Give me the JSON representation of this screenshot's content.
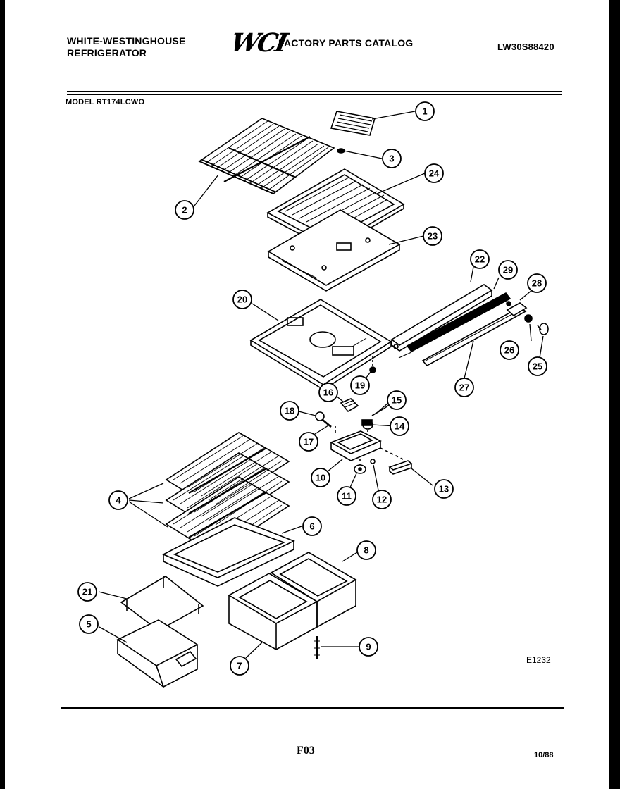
{
  "header": {
    "brand_line1": "WHITE-WESTINGHOUSE",
    "brand_line2": "REFRIGERATOR",
    "logo_text": "WCI",
    "catalog_title": "FACTORY PARTS CATALOG",
    "document_number": "LW30S88420",
    "model_label": "MODEL RT174LCWO"
  },
  "diagram": {
    "diagram_code": "E1232",
    "callouts": [
      "1",
      "2",
      "3",
      "4",
      "5",
      "6",
      "7",
      "8",
      "9",
      "10",
      "11",
      "12",
      "13",
      "14",
      "15",
      "16",
      "17",
      "18",
      "19",
      "20",
      "21",
      "22",
      "23",
      "24",
      "25",
      "26",
      "27",
      "28",
      "29"
    ]
  },
  "footer": {
    "page_code": "F03",
    "date_code": "10/88"
  }
}
